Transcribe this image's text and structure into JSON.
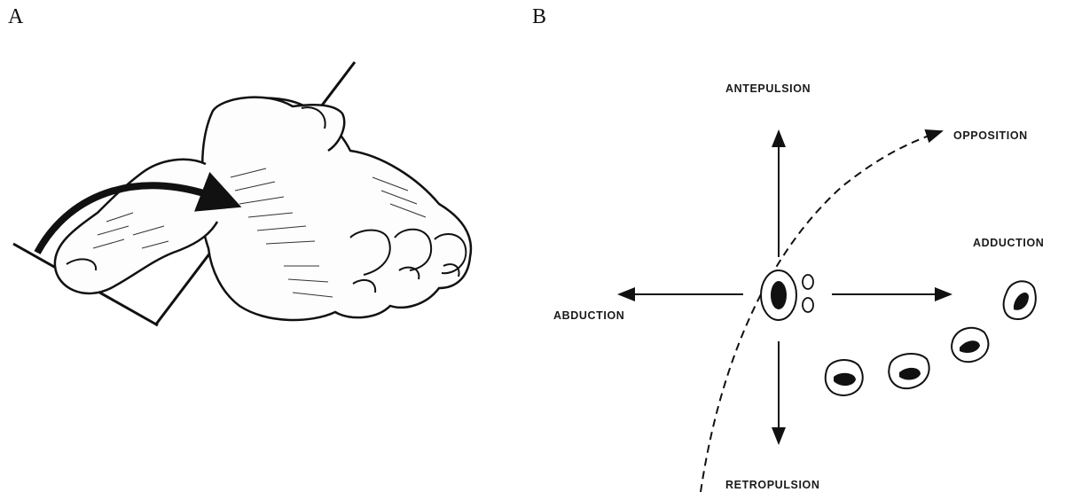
{
  "panels": {
    "a": {
      "letter": "A"
    },
    "b": {
      "letter": "B"
    }
  },
  "diagram_b": {
    "labels": {
      "antepulsion": "ANTEPULSION",
      "opposition": "OPPOSITION",
      "adduction": "ADDUCTION",
      "abduction": "ABDUCTION",
      "retropulsion": "RETROPULSION"
    }
  },
  "colors": {
    "ink": "#111111",
    "background": "#ffffff"
  }
}
